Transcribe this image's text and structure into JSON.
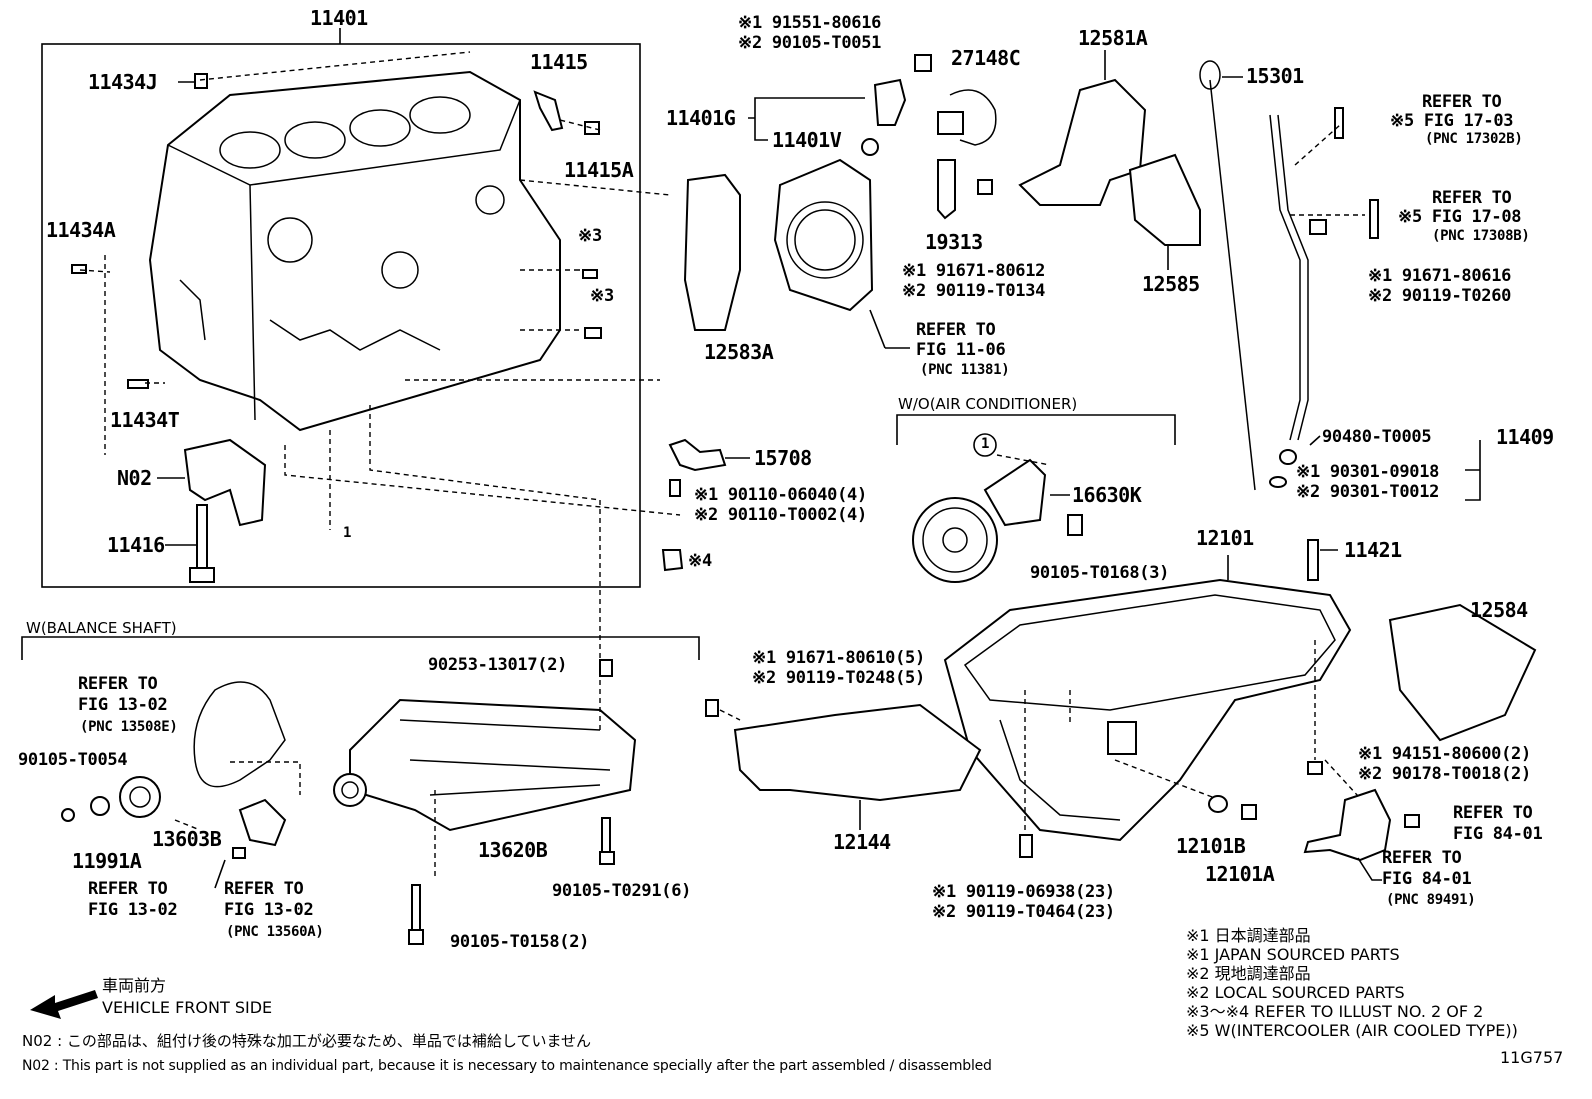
{
  "labels": {
    "p11401": "11401",
    "p11434J": "11434J",
    "p11415": "11415",
    "p11415A": "11415A",
    "p11434A": "11434A",
    "m3a": "※3",
    "m3b": "※3",
    "p11434T": "11434T",
    "pN02": "N02",
    "p11416": "11416",
    "c1a": "1",
    "p15708": "15708",
    "p90110a": "※1 90110-06040(4)",
    "p90110b": "※2 90110-T0002(4)",
    "m4": "※4",
    "p91551": "※1 91551-80616",
    "p90105T0051": "※2 90105-T0051",
    "p11401G": "11401G",
    "p11401V": "11401V",
    "p27148C": "27148C",
    "p12583A": "12583A",
    "p19313": "19313",
    "p91671_80612": "※1 91671-80612",
    "p90119_T0134": "※2 90119-T0134",
    "ref1106_a": "REFER TO",
    "ref1106_b": "FIG 11-06",
    "ref1106_c": "(PNC 11381)",
    "p12581A": "12581A",
    "p12585": "12585",
    "p15301": "15301",
    "ref1703_a": "REFER TO",
    "ref1703_b": "※5 FIG 17-03",
    "ref1703_c": "(PNC 17302B)",
    "ref1708_a": "REFER TO",
    "ref1708_b": "※5 FIG 17-08",
    "ref1708_c": "(PNC 17308B)",
    "p91671_80616": "※1 91671-80616",
    "p90119_T0260": "※2 90119-T0260",
    "p90480": "90480-T0005",
    "p11409": "11409",
    "p90301_09018": "※1 90301-09018",
    "p90301_T0012": "※2 90301-T0012",
    "woac": "W/O(AIR CONDITIONER)",
    "c1b": "1",
    "p16630K": "16630K",
    "p90105_T0168": "90105-T0168(3)",
    "p12101": "12101",
    "p11421": "11421",
    "p12584": "12584",
    "wbal": "W(BALANCE SHAFT)",
    "ref1302a_a": "REFER TO",
    "ref1302a_b": "FIG 13-02",
    "ref1302a_c": "(PNC 13508E)",
    "p90105_T0054": "90105-T0054",
    "p90253": "90253-13017(2)",
    "p13603B": "13603B",
    "p11991A": "11991A",
    "ref1302b_a": "REFER TO",
    "ref1302b_b": "FIG 13-02",
    "ref1302c_a": "REFER TO",
    "ref1302c_b": "FIG 13-02",
    "ref1302c_c": "(PNC 13560A)",
    "p13620B": "13620B",
    "p90105_T0291": "90105-T0291(6)",
    "p90105_T0158": "90105-T0158(2)",
    "p91671_80610": "※1 91671-80610(5)",
    "p90119_T0248": "※2 90119-T0248(5)",
    "p12144": "12144",
    "p90119_06938": "※1 90119-06938(23)",
    "p90119_T0464": "※2 90119-T0464(23)",
    "p12101B": "12101B",
    "p12101A": "12101A",
    "p94151": "※1 94151-80600(2)",
    "p90178": "※2 90178-T0018(2)",
    "ref8401a_a": "REFER TO",
    "ref8401a_b": "FIG 84-01",
    "ref8401b_a": "REFER TO",
    "ref8401b_b": "FIG 84-01",
    "ref8401b_c": "(PNC 89491)",
    "figno": "11G757"
  },
  "legend": [
    "※1  日本調達部品",
    "※1  JAPAN SOURCED PARTS",
    "※2  現地調達部品",
    "※2  LOCAL SOURCED PARTS",
    "※3～※4  REFER TO ILLUST NO. 2 OF 2",
    "※5 W(INTERCOOLER (AIR COOLED TYPE))"
  ],
  "front": {
    "jp": "車両前方",
    "en": "VEHICLE FRONT SIDE"
  },
  "notes": {
    "jp": "N02 : この部品は、組付け後の特殊な加工が必要なため、単品では補給していません",
    "en": "N02 : This part is not supplied as an individual part, because it is necessary to maintenance specially after the part assembled / disassembled"
  }
}
